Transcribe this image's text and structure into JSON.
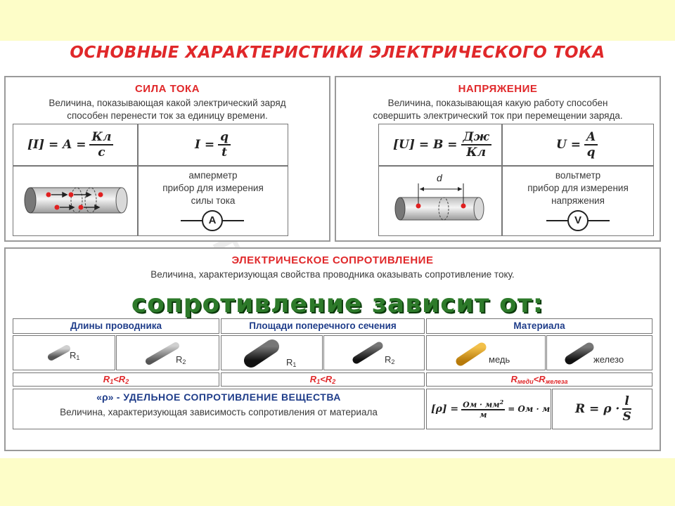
{
  "title": "ОСНОВНЫЕ ХАРАКТЕРИСТИКИ ЭЛЕКТРИЧЕСКОГО ТОКА",
  "watermark": "электрика",
  "current": {
    "title": "СИЛА ТОКА",
    "desc1": "Величина, показывающая какой электрический заряд",
    "desc2": "способен перенести ток за единицу времени.",
    "unit_lhs": "[I] = A =",
    "unit_num": "Кл",
    "unit_den": "с",
    "f_lhs": "I =",
    "f_num": "q",
    "f_den": "t",
    "device_name": "амперметр",
    "device_desc1": "прибор для измерения",
    "device_desc2": "силы тока",
    "device_symbol": "A"
  },
  "voltage": {
    "title": "НАПРЯЖЕНИЕ",
    "desc1": "Величина, показывающая какую работу способен",
    "desc2": "совершить электрический ток при перемещении заряда.",
    "unit_lhs": "[U] = B =",
    "unit_num": "Дж",
    "unit_den": "Кл",
    "f_lhs": "U =",
    "f_num": "A",
    "f_den": "q",
    "d_label": "d",
    "device_name": "вольтметр",
    "device_desc1": "прибор для измерения",
    "device_desc2": "напряжения",
    "device_symbol": "V"
  },
  "resistance": {
    "title": "ЭЛЕКТРИЧЕСКОЕ СОПРОТИВЛЕНИЕ",
    "desc": "Величина, характеризующая свойства проводника оказывать сопротивление току.",
    "depends": "сопротивление зависит от:",
    "headers": [
      "Длины проводника",
      "Площади поперечного сечения",
      "Материала"
    ],
    "r1": "R",
    "r2": "R",
    "sub1": "1",
    "sub2": "2",
    "mat1": "медь",
    "mat2": "железо",
    "rel_r": "R",
    "rel_lt": "<R",
    "rel_sub_med": "меди",
    "rel_sub_zhel": "железа"
  },
  "resistivity": {
    "title_prefix": "«ρ»",
    "title": " - УДЕЛЬНОЕ СОПРОТИВЛЕНИЕ ВЕЩЕСТВА",
    "desc": "Величина, характеризующая зависимость сопротивления от материала",
    "unit_lhs": "[ρ] =",
    "unit_num": "Ом · мм",
    "unit_num_sup": "2",
    "unit_den": "м",
    "unit_rhs": "= Ом · м",
    "f_lhs": "R = ρ ·",
    "f_num": "l",
    "f_den": "S"
  }
}
